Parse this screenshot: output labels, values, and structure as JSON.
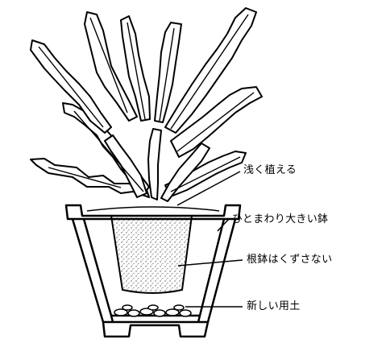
{
  "diagram": {
    "labels": {
      "plant_shallow": "浅く植える",
      "bigger_pot": "ひとまわり大きい鉢",
      "root_ball": "根鉢はくずさない",
      "new_soil": "新しい用土"
    }
  }
}
